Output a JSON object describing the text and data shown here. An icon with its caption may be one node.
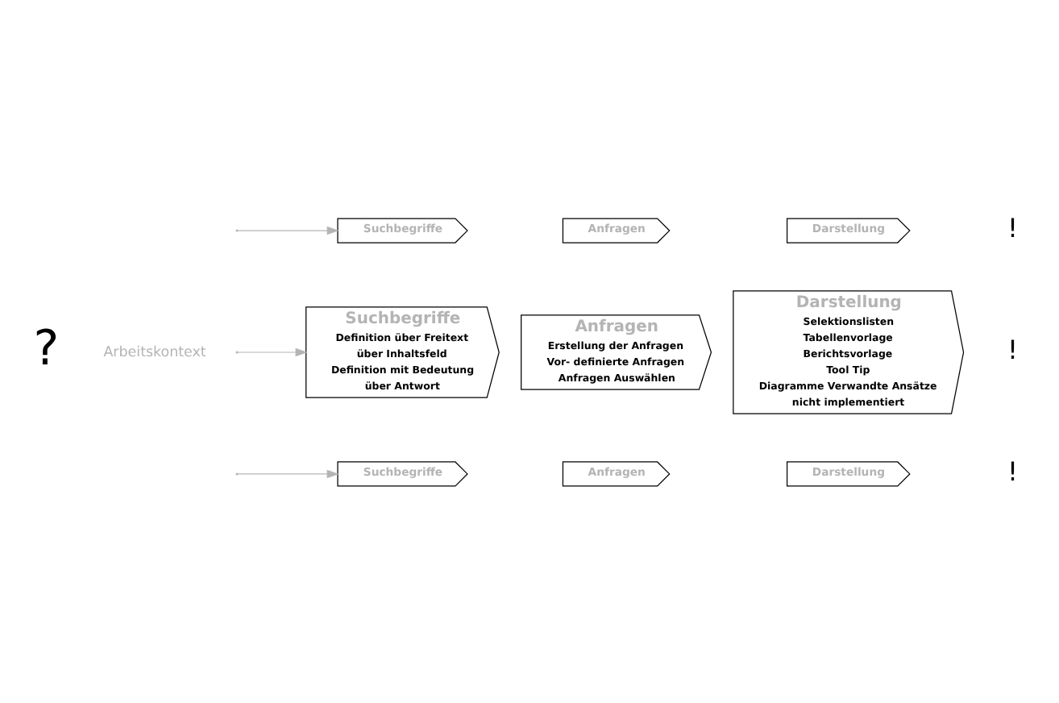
{
  "diagram": {
    "nodes": [
      {
        "text": [
          "Suchbegriffe"
        ]
      },
      {
        "text": [
          "Anfragen"
        ]
      },
      {
        "text": [
          "Darstellung"
        ],
        "beside": [
          "!"
        ]
      },
      {
        "text": [
          "Suchbegriffe",
          "Definition über Freitext",
          "über Inhaltsfeld",
          "Definition mit Bedeutung",
          "über Antwort"
        ]
      },
      {
        "text": [
          "Anfragen",
          "Erstellung der Anfragen",
          "Vor- definierte Anfragen",
          "Anfragen Auswählen"
        ]
      },
      {
        "text": [
          "Darstellung",
          "Selektionslisten",
          "Tabellenvorlage",
          "Berichtsvorlage",
          "Tool Tip",
          "Diagramme Verwandte Ansätze",
          "nicht implementiert"
        ],
        "beside": [
          "!"
        ]
      },
      {
        "text": [
          "Suchbegriffe"
        ]
      },
      {
        "text": [
          "Anfragen"
        ]
      },
      {
        "text": [
          "Darstellung"
        ],
        "beside": [
          "!"
        ]
      }
    ],
    "edges": [
      {
        "from": null,
        "to": 0,
        "arrow": "to",
        "color": "#b4b4b4"
      },
      {
        "from": null,
        "to": 3,
        "arrow": "to",
        "color": "#b4b4b4"
      },
      {
        "from": null,
        "to": 6,
        "arrow": "to",
        "color": "#b4b4b4"
      }
    ],
    "labels": [
      "?",
      "Arbeitskontext"
    ]
  }
}
